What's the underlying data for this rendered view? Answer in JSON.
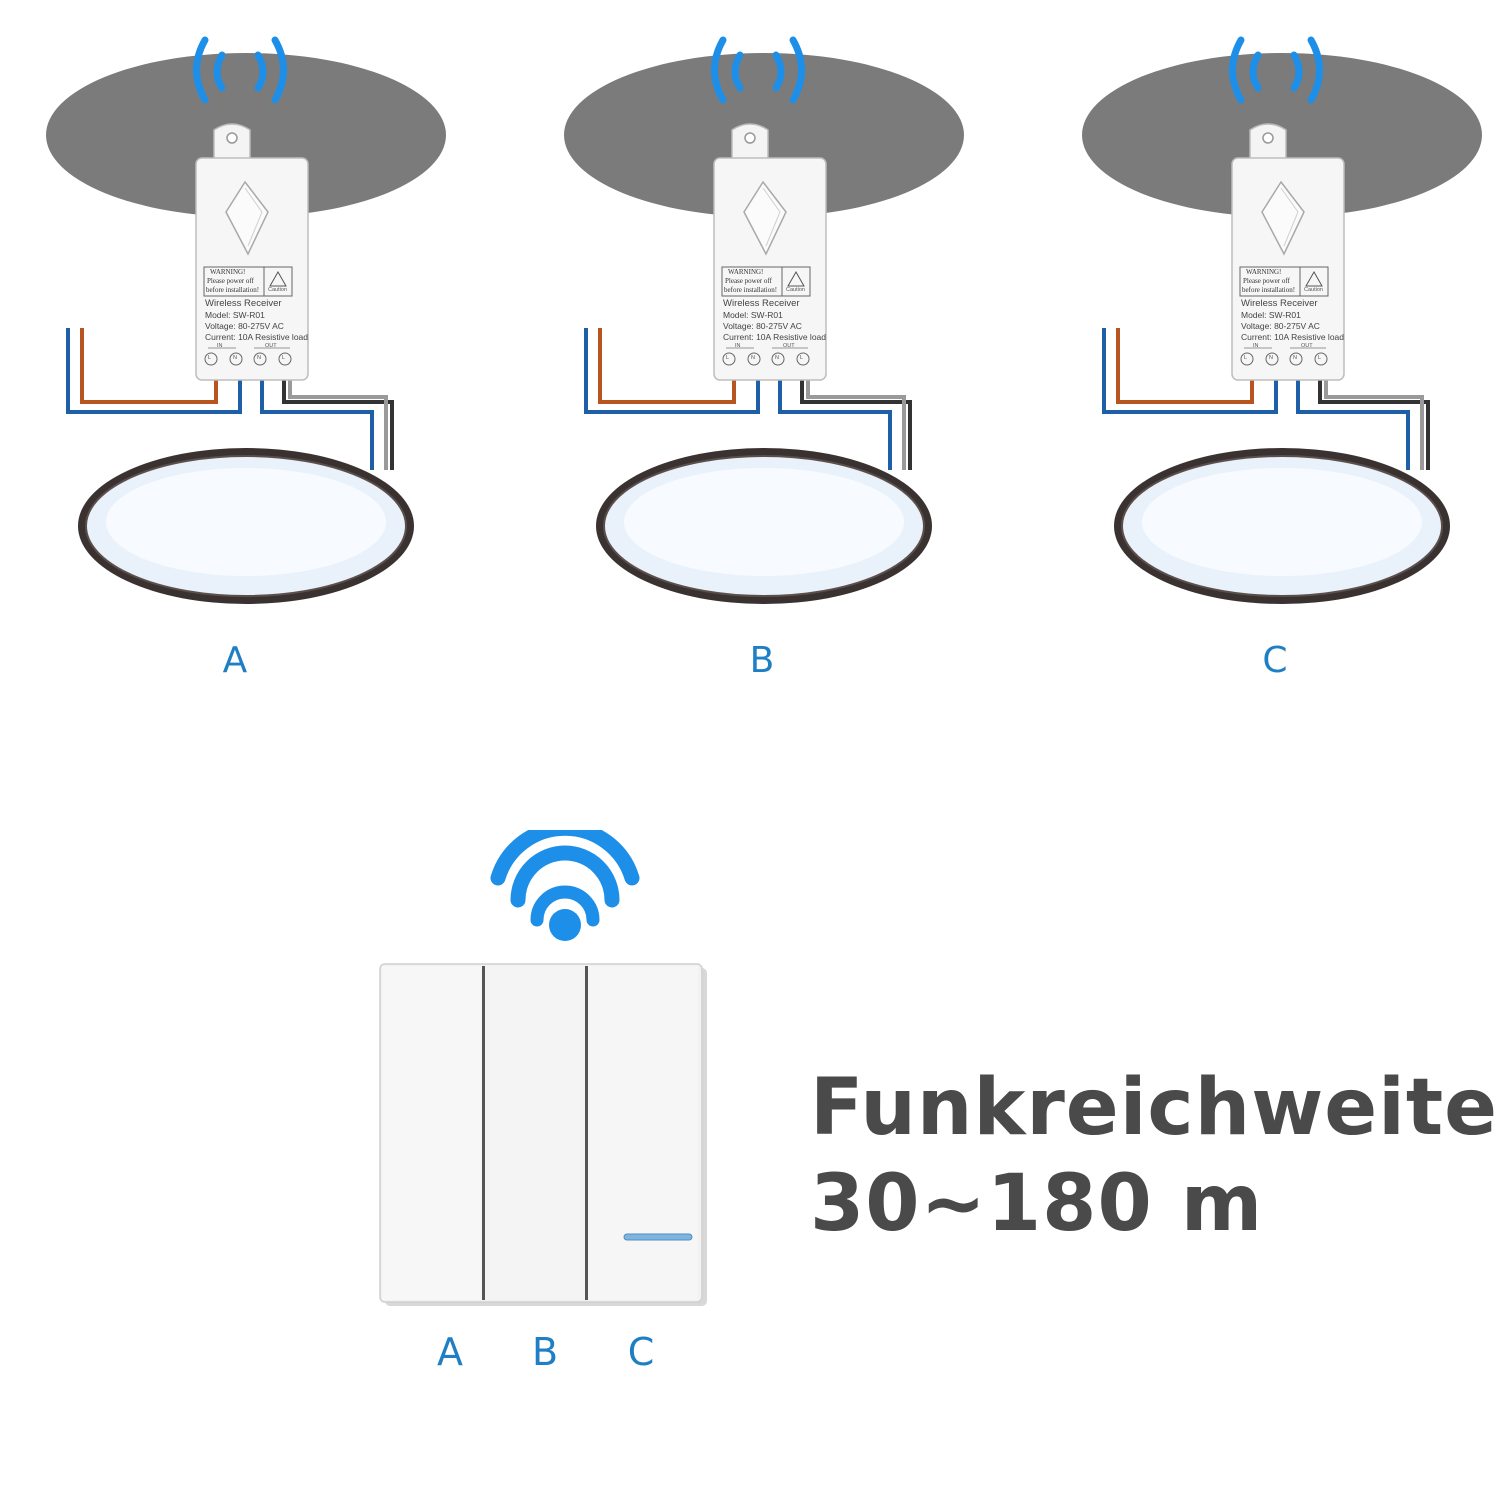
{
  "units": [
    {
      "letter": "A"
    },
    {
      "letter": "B"
    },
    {
      "letter": "C"
    }
  ],
  "receiver_label": {
    "warning_line1": "WARNING!",
    "warning_line2": "Please power off",
    "warning_line3": "before installation!",
    "caution": "Caution",
    "title": "Wireless Receiver",
    "model": "Model: SW-R01",
    "voltage": "Voltage: 80-275V AC",
    "current": "Current: 10A Resistive load",
    "in_label": "IN",
    "out_label": "OUT",
    "terminals": [
      "L",
      "N",
      "N",
      "L"
    ]
  },
  "switch": {
    "buttons": [
      {
        "letter": "A"
      },
      {
        "letter": "B"
      },
      {
        "letter": "C"
      }
    ]
  },
  "range": {
    "line1": "Funkreichweite:",
    "line2": "30~180 m"
  },
  "colors": {
    "accent_blue": "#1f7fc4",
    "signal_blue": "#1e8fe8",
    "ceiling_gray": "#7b7b7b",
    "wire_brown": "#b8541f",
    "wire_blue": "#1f5fa8",
    "wire_black": "#333333",
    "text_gray": "#4a4a4a"
  }
}
